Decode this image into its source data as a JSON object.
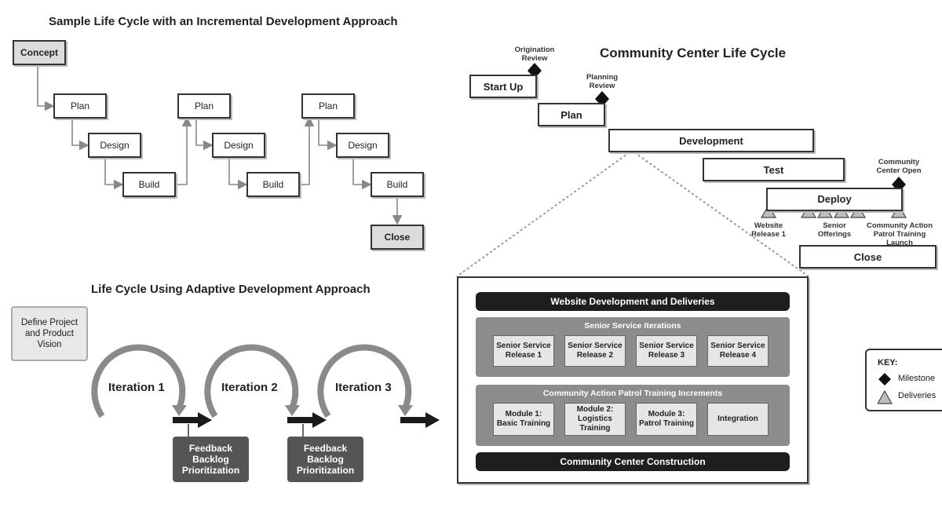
{
  "incremental": {
    "title": "Sample Life Cycle with an Incremental Development Approach",
    "concept": "Concept",
    "plan": "Plan",
    "design": "Design",
    "build": "Build",
    "close": "Close"
  },
  "adaptive": {
    "title": "Life Cycle Using Adaptive Development Approach",
    "vision": "Define Project and Product Vision",
    "iterations": [
      "Iteration 1",
      "Iteration 2",
      "Iteration 3"
    ],
    "feedback": "Feedback Backlog Prioritization"
  },
  "community": {
    "title": "Community Center Life Cycle",
    "phases": {
      "start_up": "Start Up",
      "plan": "Plan",
      "development": "Development",
      "test": "Test",
      "deploy": "Deploy",
      "close": "Close"
    },
    "milestones": {
      "origination": "Origination Review",
      "planning": "Planning Review",
      "open": "Community Center Open"
    },
    "deliveries": {
      "website": "Website Release 1",
      "senior": "Senior Offerings",
      "patrol": "Community Action Patrol Training Launch"
    }
  },
  "detail": {
    "website_bar": "Website Development and Deliveries",
    "senior_group": "Senior Service Iterations",
    "senior_items": [
      "Senior Service Release 1",
      "Senior Service Release 2",
      "Senior Service Release 3",
      "Senior Service Release 4"
    ],
    "patrol_group": "Community Action Patrol Training Increments",
    "patrol_items": [
      "Module 1: Basic Training",
      "Module 2: Logistics Training",
      "Module 3: Patrol Training",
      "Integration"
    ],
    "construction_bar": "Community Center Construction"
  },
  "key": {
    "title": "KEY:",
    "milestone": "Milestone",
    "deliveries": "Deliveries"
  }
}
